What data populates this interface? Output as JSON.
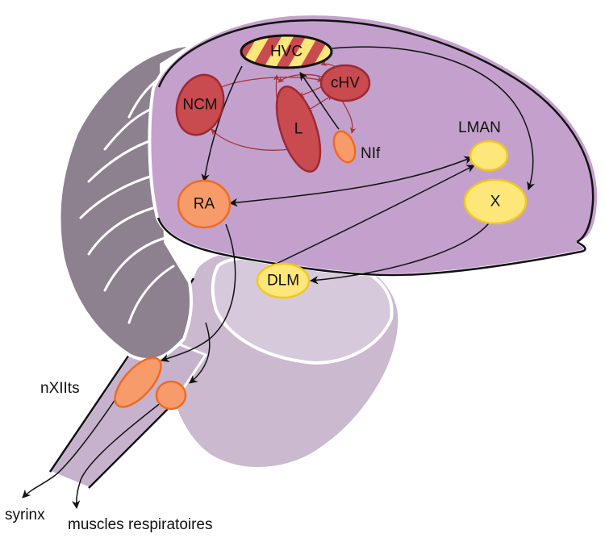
{
  "labels": {
    "hvc": "HVC",
    "ncm": "NCM",
    "chv": "cHV",
    "l": "L",
    "nif": "NIf",
    "lman": "LMAN",
    "ra": "RA",
    "x": "X",
    "dlm": "DLM",
    "nxiits": "nXIIts",
    "syrinx": "syrinx",
    "respiratory": "muscles respiratoires"
  },
  "colors": {
    "forebrain": "#c4a1cd",
    "cerebellum": "#8e818f",
    "thalamus": "#d6c9dc",
    "brainstem": "#cbb9d0",
    "nucleus_red": "#c94a4f",
    "nucleus_orange": "#f79b6b",
    "nucleus_yellow": "#fde67a",
    "hvc_stripe_a": "#c94a4f",
    "hvc_stripe_b": "#fde67a"
  }
}
